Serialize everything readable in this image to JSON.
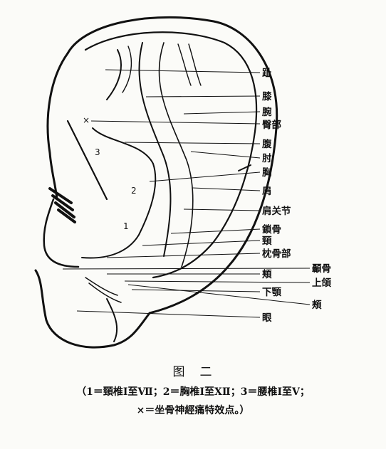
{
  "figure_title": "图　二",
  "caption_line1": "（1＝頸椎Ⅰ至Ⅶ；2＝胸椎Ⅰ至ⅩⅡ；3＝腰椎Ⅰ至Ⅴ；",
  "caption_line2": "×＝坐骨神經痛特效点。）",
  "labels": {
    "zhi": "趾",
    "xi": "膝",
    "wan": "腕",
    "tunbu": "臀部",
    "fu": "腹",
    "zhou": "肘",
    "xiong": "胸",
    "jian": "肩",
    "jianguanjie": "肩关节",
    "suogu": "鎖骨",
    "jing": "頸",
    "zhenbu": "枕骨部",
    "niegu": "顳骨",
    "jia": "頬",
    "shange": "上頜",
    "xiae": "下顎",
    "jia2": "頰",
    "yan": "眼"
  },
  "zones": {
    "one": "1",
    "two": "2",
    "three": "3",
    "marker": "×"
  }
}
